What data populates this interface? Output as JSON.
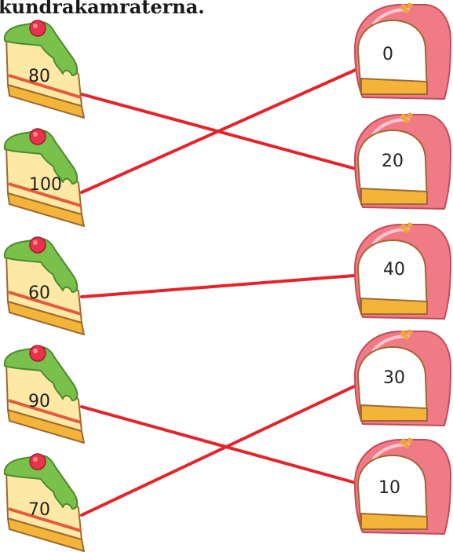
{
  "heading": "kundrakamraterna.",
  "colors": {
    "line": "#e4232b",
    "frosting": "#79c14a",
    "cherry": "#e7344a",
    "cake_body": "#fde8a6",
    "cake_base": "#f4b43a",
    "cake_stripe": "#e25b3b",
    "pastry_shell": "#f07a86",
    "pastry_dots": "#f3a33b"
  },
  "cakes": [
    {
      "id": "cake-1",
      "value": "80",
      "icon": "cake-slice-icon"
    },
    {
      "id": "cake-2",
      "value": "100",
      "icon": "cake-slice-icon"
    },
    {
      "id": "cake-3",
      "value": "60",
      "icon": "cake-slice-icon"
    },
    {
      "id": "cake-4",
      "value": "90",
      "icon": "cake-slice-icon"
    },
    {
      "id": "cake-5",
      "value": "70",
      "icon": "cake-slice-icon"
    }
  ],
  "pastries": [
    {
      "id": "pastry-1",
      "value": "0",
      "icon": "pastry-icon"
    },
    {
      "id": "pastry-2",
      "value": "20",
      "icon": "pastry-icon"
    },
    {
      "id": "pastry-3",
      "value": "40",
      "icon": "pastry-icon"
    },
    {
      "id": "pastry-4",
      "value": "30",
      "icon": "pastry-icon"
    },
    {
      "id": "pastry-5",
      "value": "10",
      "icon": "pastry-icon"
    }
  ],
  "connections": [
    {
      "cake": "80",
      "pastry": "20"
    },
    {
      "cake": "100",
      "pastry": "0"
    },
    {
      "cake": "60",
      "pastry": "40"
    },
    {
      "cake": "90",
      "pastry": "10"
    },
    {
      "cake": "70",
      "pastry": "30"
    }
  ]
}
